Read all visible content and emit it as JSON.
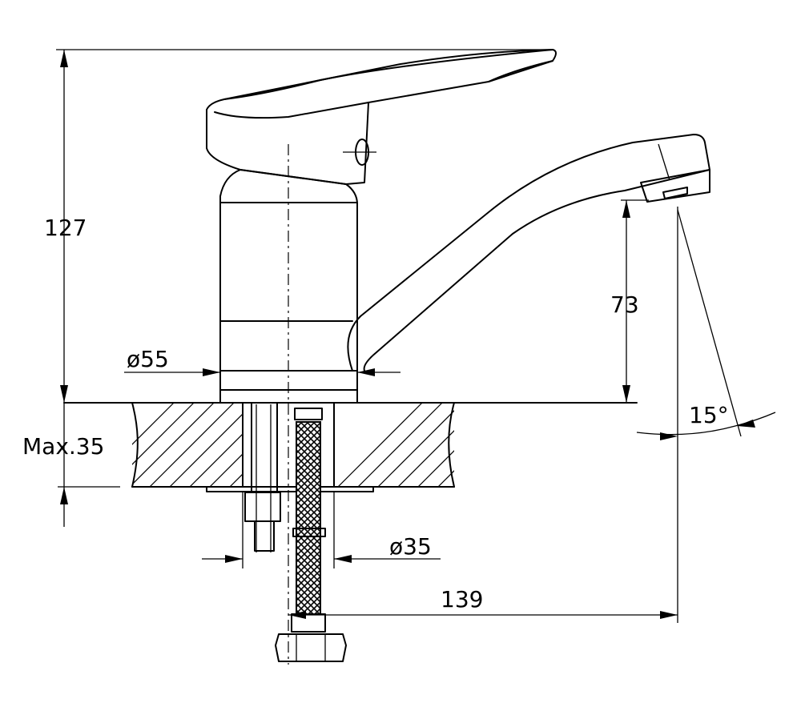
{
  "dimensions": {
    "total_height": "127",
    "spout_height": "73",
    "body_diameter": "ø55",
    "max_countertop": "Max.35",
    "hole_diameter": "ø35",
    "spout_reach": "139",
    "swivel_angle": "15°"
  }
}
